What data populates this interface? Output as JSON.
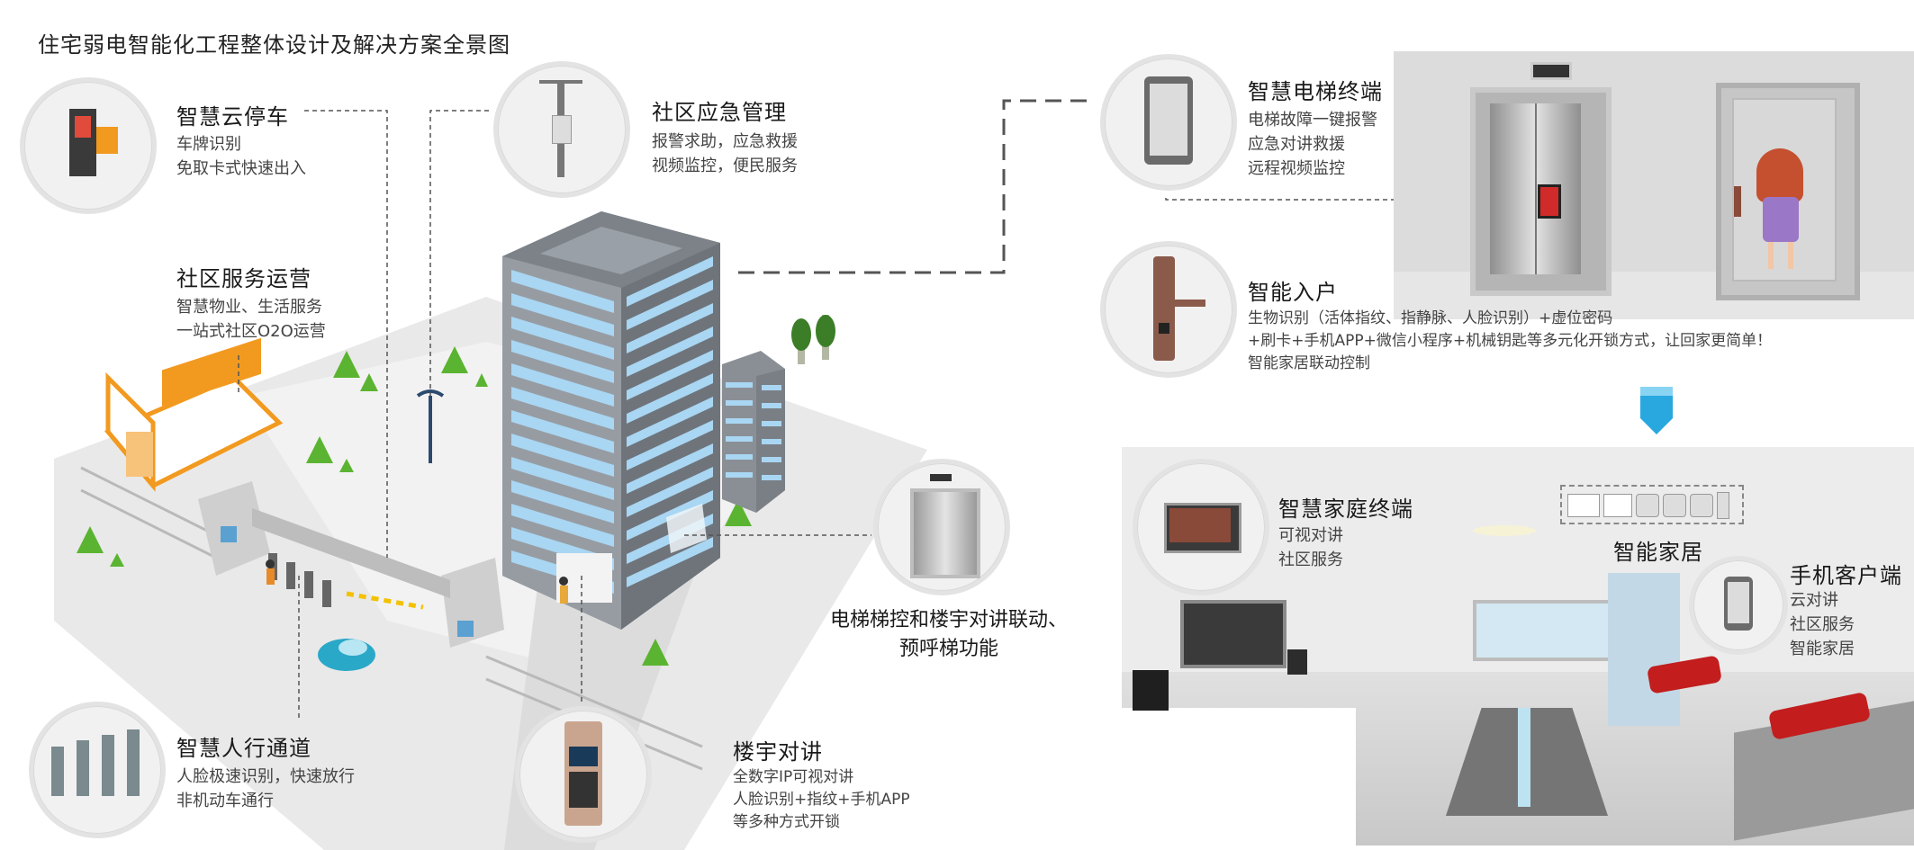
{
  "title": "住宅弱电智能化工程整体设计及解决方案全景图",
  "modules": {
    "parking": {
      "title": "智慧云停车",
      "lines": [
        "车牌识别",
        "免取卡式快速出入"
      ]
    },
    "emergency": {
      "title": "社区应急管理",
      "lines": [
        "报警求助，应急救援",
        "视频监控，便民服务"
      ]
    },
    "service": {
      "title": "社区服务运营",
      "lines": [
        "智慧物业、生活服务",
        "一站式社区O2O运营"
      ]
    },
    "elevator_terminal": {
      "title": "智慧电梯终端",
      "lines": [
        "电梯故障一键报警",
        "应急对讲救援",
        "远程视频监控"
      ]
    },
    "smart_entry": {
      "title": "智能入户",
      "lines": [
        "生物识别（活体指纹、指静脉、人脸识别）+虚位密码",
        "+刷卡+手机APP+微信小程序+机械钥匙等多元化开锁方式，让回家更简单！",
        "智能家居联动控制"
      ]
    },
    "elevator_link": {
      "lines": [
        "电梯梯控和楼宇对讲联动、",
        "预呼梯功能"
      ]
    },
    "pedestrian": {
      "title": "智慧人行通道",
      "lines": [
        "人脸极速识别，快速放行",
        "非机动车通行"
      ]
    },
    "intercom": {
      "title": "楼宇对讲",
      "lines": [
        "全数字IP可视对讲",
        "人脸识别+指纹+手机APP",
        "等多种方式开锁"
      ]
    },
    "home_terminal": {
      "title": "智慧家庭终端",
      "lines": [
        "可视对讲",
        "社区服务"
      ]
    },
    "smart_home": {
      "title": "智能家居"
    },
    "mobile": {
      "title": "手机客户端",
      "lines": [
        "云对讲",
        "社区服务",
        "智能家居"
      ]
    }
  },
  "colors": {
    "window": "#a9d6f2",
    "building": "#8a8f96",
    "accent_orange": "#f29a1f",
    "arrow": "#29a8e0"
  }
}
